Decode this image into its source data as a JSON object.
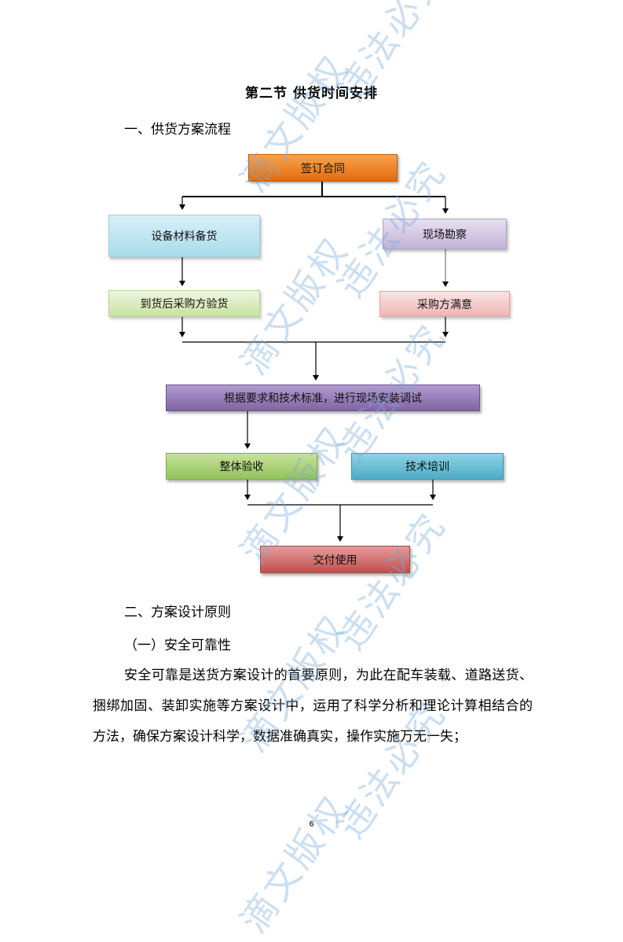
{
  "page": {
    "title": "第二节  供货时间安排",
    "section1_heading": "一、供货方案流程",
    "section2_heading": "二、方案设计原则",
    "subsection1_heading": "（一）安全可靠性",
    "paragraph": "安全可靠是送货方案设计的首要原则，为此在配车装载、道路送货、捆绑加固、装卸实施等方案设计中，运用了科学分析和理论计算相结合的方法，确保方案设计科学，数据准确真实，操作实施万无一失；",
    "page_number": "6"
  },
  "flowchart": {
    "sign_contract": "签订合同",
    "stock_materials": "设备材料备货",
    "site_survey": "现场勘察",
    "inspection_on_arrival": "到货后采购方验货",
    "buyer_satisfied": "采购方满意",
    "install_debug": "根据要求和技术标准，进行现场安装调试",
    "overall_acceptance": "整体验收",
    "technical_training": "技术培训",
    "delivery_use": "交付使用"
  },
  "watermark": {
    "text_a": "滴文版权",
    "text_b": "违法必究"
  }
}
